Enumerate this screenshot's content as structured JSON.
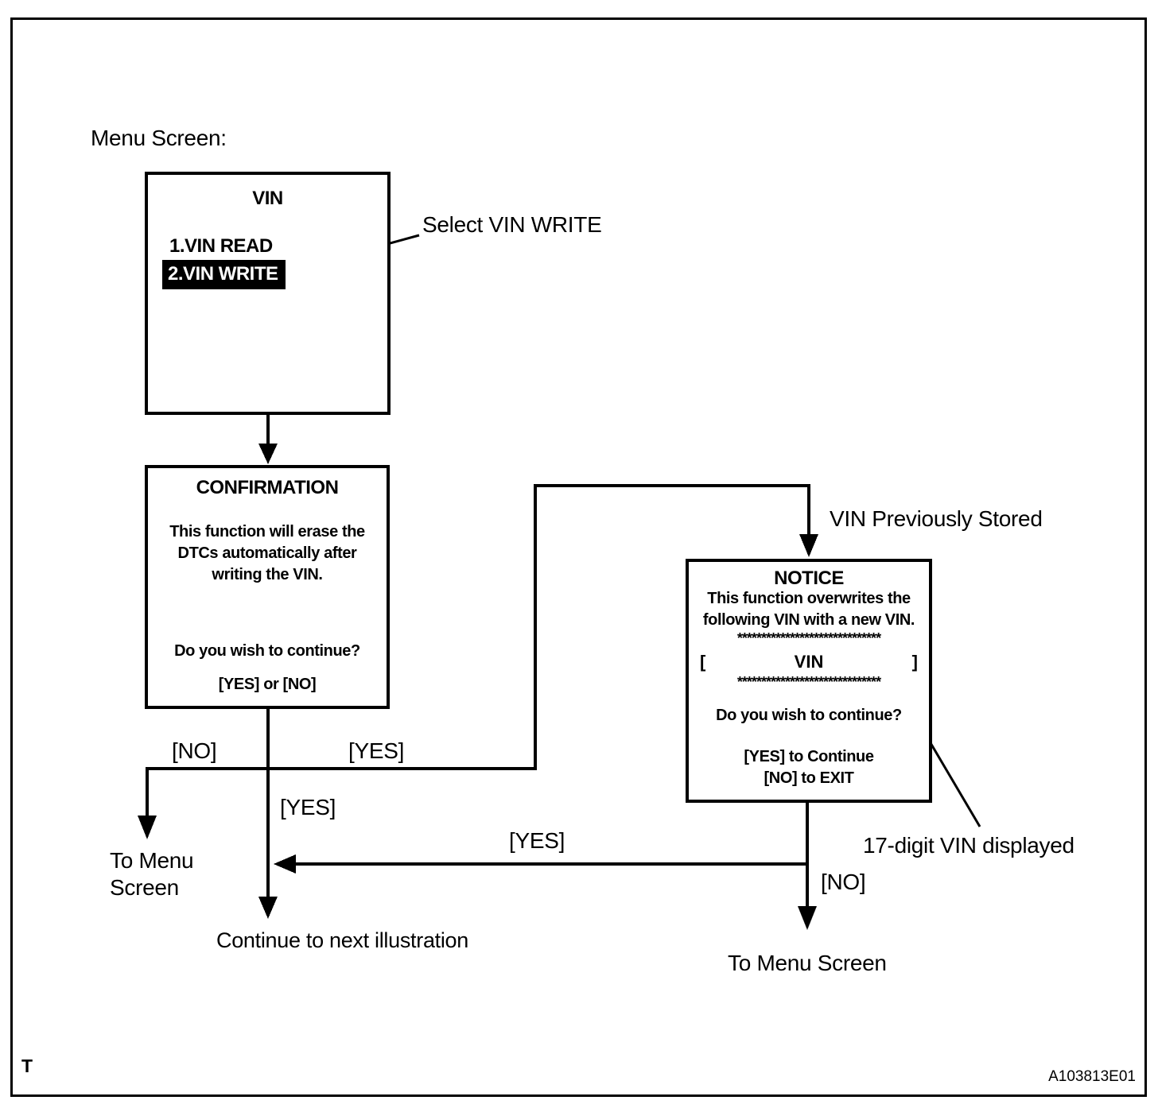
{
  "page": {
    "corner_mark": "T",
    "figure_code": "A103813E01"
  },
  "labels": {
    "menu_screen": "Menu Screen:",
    "select_vin_write": "Select VIN WRITE",
    "vin_previously_stored": "VIN Previously Stored",
    "no_left_branch": "[NO]",
    "yes_right_branch": "[YES]",
    "yes_down_branch": "[YES]",
    "yes_return_branch": "[YES]",
    "no_notice_branch": "[NO]",
    "to_menu_screen_left": "To Menu\nScreen",
    "continue_next": "Continue to next illustration",
    "to_menu_screen_right": "To Menu Screen",
    "seventeen_digit_vin": "17-digit VIN displayed"
  },
  "vin_box": {
    "title": "VIN",
    "item_read": "1.VIN READ",
    "item_write": "2.VIN WRITE"
  },
  "confirmation_box": {
    "title": "CONFIRMATION",
    "body_line1": "This function will erase the",
    "body_line2": "DTCs automatically after",
    "body_line3": "writing the VIN.",
    "question": "Do you wish to continue?",
    "options": "[YES] or [NO]"
  },
  "notice_box": {
    "title": "NOTICE",
    "body_line1": "This function overwrites the",
    "body_line2": "following VIN with a new VIN.",
    "stars_top": "******************************",
    "bracket_left": "[",
    "vin_label": "VIN",
    "bracket_right": "]",
    "stars_bottom": "******************************",
    "question": "Do you wish to continue?",
    "option_yes": "[YES] to Continue",
    "option_no": "[NO] to EXIT"
  }
}
